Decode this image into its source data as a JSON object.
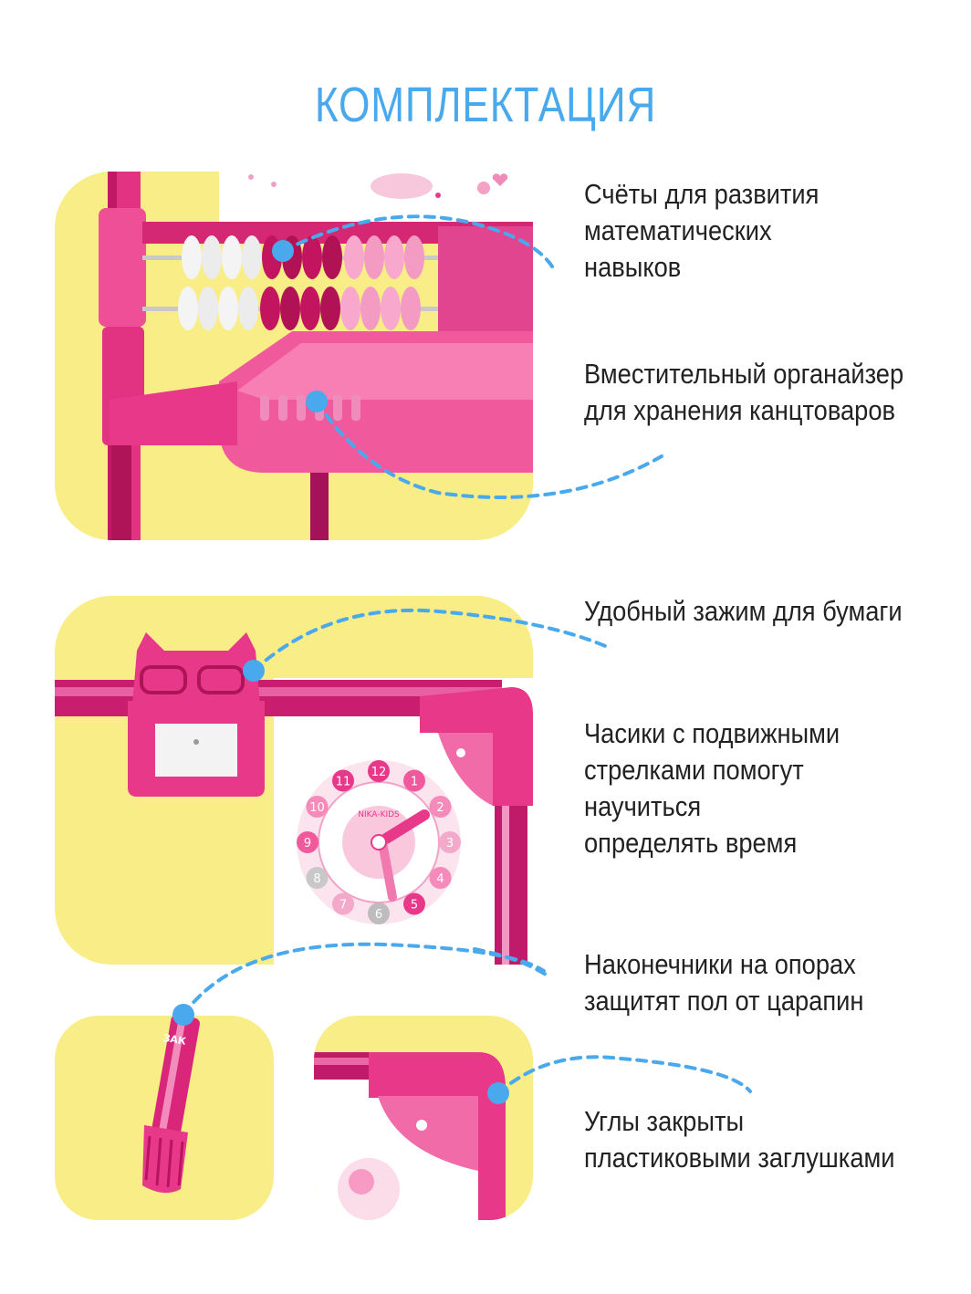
{
  "title": "КОМПЛЕКТАЦИЯ",
  "colors": {
    "accent_blue": "#4aa9ec",
    "panel_yellow": "#f8ed86",
    "product_pink": "#e8388a",
    "product_magenta": "#b3135e",
    "text": "#222222"
  },
  "features": [
    {
      "caption": "Счёты для развития\nматематических\nнавыков",
      "image_icon": "abacus"
    },
    {
      "caption": "Вместительный органайзер\nдля хранения канцтоваров",
      "image_icon": "organizer-tray"
    },
    {
      "caption": "Удобный зажим для бумаги",
      "image_icon": "paper-clip-cat"
    },
    {
      "caption": "Часики с подвижными\nстрелками помогут\nнаучиться\nопределять время",
      "image_icon": "learning-clock"
    },
    {
      "caption": "Наконечники на опорах\nзащитят пол от царапин",
      "image_icon": "leg-tip"
    },
    {
      "caption": "Углы закрыты\nпластиковыми заглушками",
      "image_icon": "corner-cap"
    }
  ],
  "clock": {
    "brand_text": "NIKA-KIDS",
    "numbers": [
      "12",
      "1",
      "2",
      "3",
      "4",
      "5",
      "6",
      "7",
      "8",
      "9",
      "10",
      "11"
    ]
  },
  "leg_label": "ЗАК"
}
